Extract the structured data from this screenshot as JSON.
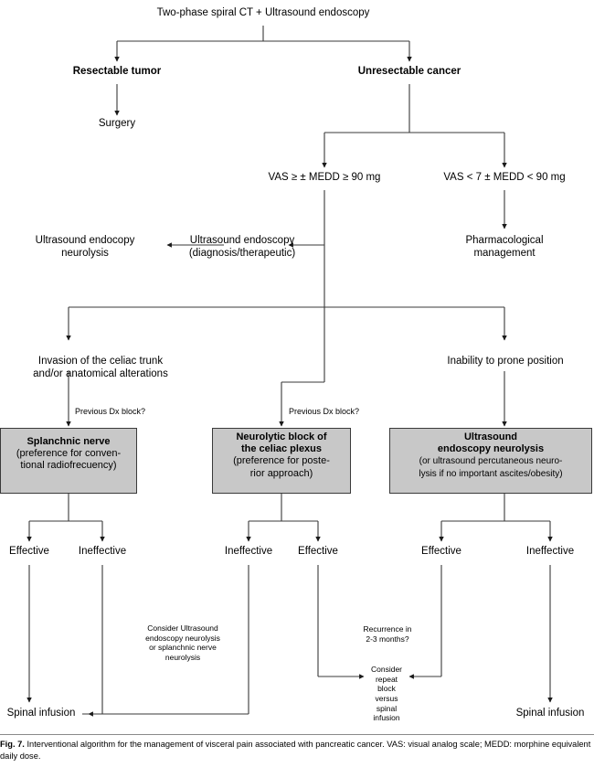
{
  "figure": {
    "caption_number": "Fig. 7.",
    "caption_text": "Interventional algorithm for the management of visceral pain associated with pancreatic cancer. VAS: visual analog scale; MEDD: morphine equivalent daily dose."
  },
  "nodes": {
    "root": "Two-phase spiral CT + Ultrasound endoscopy",
    "resectable": "Resectable tumor",
    "unresectable": "Unresectable cancer",
    "surgery": "Surgery",
    "vas_high": "VAS ≥ ± MEDD ≥ 90 mg",
    "vas_low": "VAS < 7 ± MEDD < 90 mg",
    "us_endoscopy_diag": "Ultrasound endoscopy\n(diagnosis/therapeutic)",
    "us_endocopy_neuro": "Ultrasound endocopy\nneurolysis",
    "pharmacological": "Pharmacological\nmanagement",
    "invasion": "Invasion of the celiac trunk\nand/or anatomical alterations",
    "inability_prone": "Inability to prone position",
    "prev_dx_left": "Previous Dx block?",
    "prev_dx_mid": "Previous Dx block?",
    "consider_us": "Consider Ultrasound\nendoscopy neurolysis\nor splanchnic nerve\nneurolysis",
    "recurrence": "Recurrence in\n2-3 months?",
    "consider_repeat": "Consider\nrepeat block\nversus spinal\ninfusion",
    "spinal_left": "Spinal infusion",
    "spinal_right": "Spinal infusion"
  },
  "boxes": [
    {
      "id": "splanchnic",
      "heading": "Splanchnic nerve",
      "detail": "(preference for conven-\ntional radiofrecuency)",
      "fill": "#c8c8c8"
    },
    {
      "id": "neurolytic",
      "heading": "Neurolytic block of\nthe celiac plexus",
      "detail": "(preference for poste-\nrior approach)",
      "fill": "#c8c8c8"
    },
    {
      "id": "us-neurolysis",
      "heading": "Ultrasound\nendoscopy neurolysis",
      "detail": "(or ultrasound percutaneous neuro-\nlysis if no important ascites/obesity)",
      "fill": "#c8c8c8"
    }
  ],
  "outcomes": {
    "left_effective": "Effective",
    "left_ineffective": "Ineffective",
    "mid_ineffective": "Ineffective",
    "mid_effective": "Effective",
    "right_effective": "Effective",
    "right_ineffective": "Ineffective"
  },
  "colors": {
    "box_fill": "#c8c8c8",
    "box_border": "#3a3a3a",
    "line": "#3a3a3a",
    "text": "#000000",
    "background": "#ffffff"
  }
}
